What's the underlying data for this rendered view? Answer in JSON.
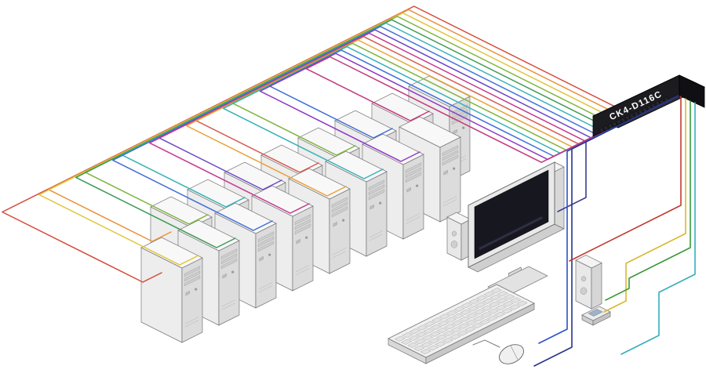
{
  "device": {
    "label": "CK4-D116C"
  },
  "computers": {
    "count": 16,
    "rows": 2,
    "per_row": 8
  },
  "console_devices": [
    "monitor",
    "keyboard",
    "mouse",
    "speaker-left",
    "speaker-right",
    "wired-remote"
  ],
  "cables": {
    "kvm_colors": [
      "#d64a3a",
      "#e8923a",
      "#e0c53a",
      "#7fb53f",
      "#3f9a55",
      "#38b2b8",
      "#3f6fd6",
      "#6f46c6",
      "#c43a8f",
      "#d6584a",
      "#e8a23a",
      "#7fb53f",
      "#38b2b8",
      "#3f6fd6",
      "#8f3ac4",
      "#c4387a"
    ],
    "console": [
      {
        "name": "monitor-cable",
        "color": "#3a3f8f"
      },
      {
        "name": "keyboard-cable",
        "color": "#2a52cc"
      },
      {
        "name": "mouse-cable",
        "color": "#27348b"
      },
      {
        "name": "red-cable",
        "color": "#c23a2f"
      },
      {
        "name": "yellow-cable",
        "color": "#d9b92e"
      },
      {
        "name": "green-cable",
        "color": "#3a9a3a"
      },
      {
        "name": "cyan-cable",
        "color": "#35aebc"
      }
    ]
  },
  "switch_colors": {
    "top": "#2e2e34",
    "front": "#1b1b20",
    "side": "#101014",
    "label_text": "#ffffff"
  }
}
